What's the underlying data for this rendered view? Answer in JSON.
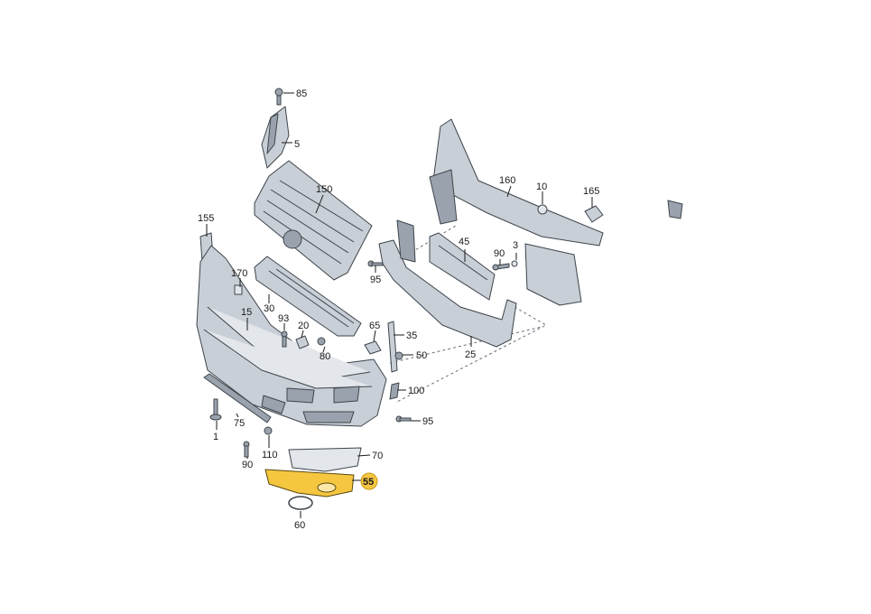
{
  "diagram": {
    "highlight_color": "#f5c640",
    "labels": [
      {
        "id": "85",
        "text": "85"
      },
      {
        "id": "5",
        "text": "5"
      },
      {
        "id": "150",
        "text": "150"
      },
      {
        "id": "160",
        "text": "160"
      },
      {
        "id": "10",
        "text": "10"
      },
      {
        "id": "165",
        "text": "165"
      },
      {
        "id": "155",
        "text": "155"
      },
      {
        "id": "45",
        "text": "45"
      },
      {
        "id": "90a",
        "text": "90"
      },
      {
        "id": "3",
        "text": "3"
      },
      {
        "id": "95a",
        "text": "95"
      },
      {
        "id": "170",
        "text": "170"
      },
      {
        "id": "30",
        "text": "30"
      },
      {
        "id": "15",
        "text": "15"
      },
      {
        "id": "93",
        "text": "93"
      },
      {
        "id": "20",
        "text": "20"
      },
      {
        "id": "80",
        "text": "80"
      },
      {
        "id": "65",
        "text": "65"
      },
      {
        "id": "35",
        "text": "35"
      },
      {
        "id": "50",
        "text": "50"
      },
      {
        "id": "25",
        "text": "25"
      },
      {
        "id": "100",
        "text": "100"
      },
      {
        "id": "95b",
        "text": "95"
      },
      {
        "id": "1",
        "text": "1"
      },
      {
        "id": "75",
        "text": "75"
      },
      {
        "id": "110",
        "text": "110"
      },
      {
        "id": "90b",
        "text": "90"
      },
      {
        "id": "70",
        "text": "70"
      },
      {
        "id": "55",
        "text": "55"
      },
      {
        "id": "60",
        "text": "60"
      }
    ]
  }
}
